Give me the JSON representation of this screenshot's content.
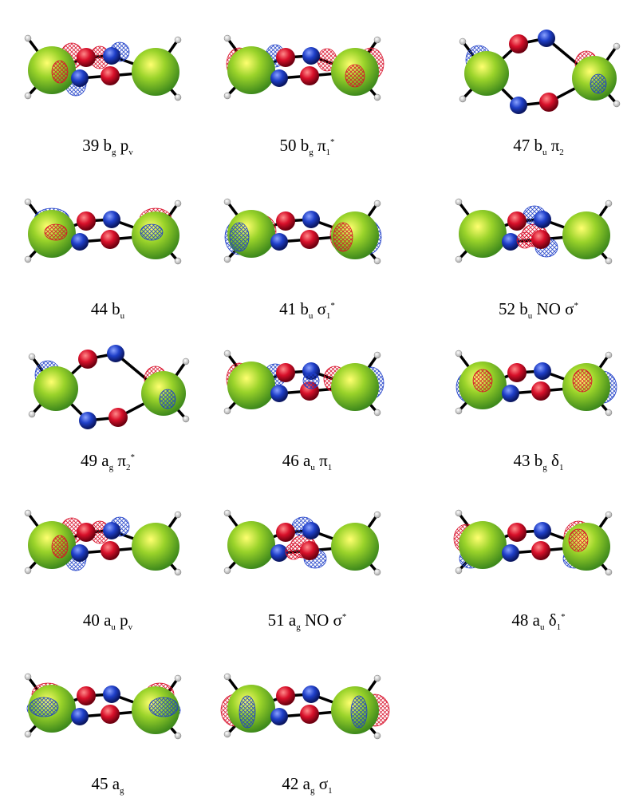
{
  "figure": {
    "panels": [
      {
        "num": "39",
        "irrep": "b",
        "irrep_sub": "g",
        "orb": "p",
        "orb_sub": "v",
        "orb_sup": "",
        "extra": ""
      },
      {
        "num": "44",
        "irrep": "b",
        "irrep_sub": "u",
        "orb": "",
        "orb_sub": "",
        "orb_sup": "",
        "extra": ""
      },
      {
        "num": "49",
        "irrep": "a",
        "irrep_sub": "g",
        "orb": "π",
        "orb_sub": "2",
        "orb_sup": "*",
        "extra": ""
      },
      {
        "num": "40",
        "irrep": "a",
        "irrep_sub": "u",
        "orb": "p",
        "orb_sub": "v",
        "orb_sup": "",
        "extra": ""
      },
      {
        "num": "45",
        "irrep": "a",
        "irrep_sub": "g",
        "orb": "",
        "orb_sub": "",
        "orb_sup": "",
        "extra": ""
      },
      {
        "num": "50",
        "irrep": "b",
        "irrep_sub": "g",
        "orb": "π",
        "orb_sub": "1",
        "orb_sup": "*",
        "extra": ""
      },
      {
        "num": "41",
        "irrep": "b",
        "irrep_sub": "u",
        "orb": "σ",
        "orb_sub": "1",
        "orb_sup": "*",
        "extra": ""
      },
      {
        "num": "46",
        "irrep": "a",
        "irrep_sub": "u",
        "orb": "π",
        "orb_sub": "1",
        "orb_sup": "",
        "extra": ""
      },
      {
        "num": "51",
        "irrep": "a",
        "irrep_sub": "g",
        "orb": "σ",
        "orb_sub": "",
        "orb_sup": "*",
        "extra": "NO"
      },
      {
        "num": "42",
        "irrep": "a",
        "irrep_sub": "g",
        "orb": "σ",
        "orb_sub": "1",
        "orb_sup": "",
        "extra": ""
      },
      {
        "num": "47",
        "irrep": "b",
        "irrep_sub": "u",
        "orb": "π",
        "orb_sub": "2",
        "orb_sup": "",
        "extra": ""
      },
      {
        "num": "52",
        "irrep": "b",
        "irrep_sub": "u",
        "orb": "σ",
        "orb_sub": "",
        "orb_sup": "*",
        "extra": "NO"
      },
      {
        "num": "43",
        "irrep": "b",
        "irrep_sub": "g",
        "orb": "δ",
        "orb_sub": "1",
        "orb_sup": "",
        "extra": ""
      },
      {
        "num": "48",
        "irrep": "a",
        "irrep_sub": "u",
        "orb": "δ",
        "orb_sub": "1",
        "orb_sup": "*",
        "extra": ""
      }
    ],
    "colors": {
      "metal": "#9ad32a",
      "oxygen": "#d8102a",
      "nitrogen": "#1f3fc8",
      "lobe_red": "#d8102a",
      "lobe_blue": "#1f3fc8",
      "bond": "#000000",
      "hydrogen": "#ffffff"
    }
  }
}
